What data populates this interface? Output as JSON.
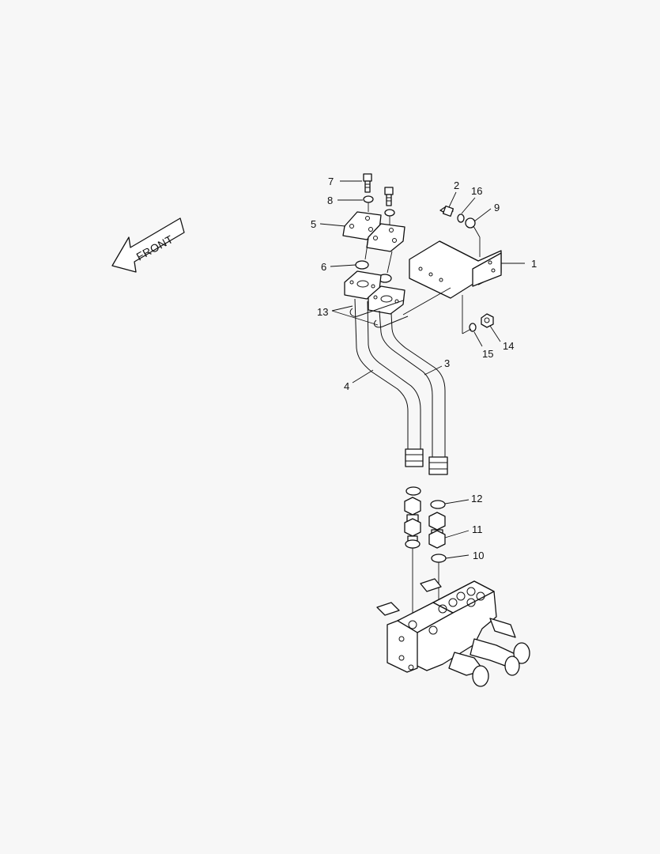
{
  "diagram": {
    "direction_label": "FRONT",
    "callouts": [
      {
        "id": "c1",
        "text": "1"
      },
      {
        "id": "c2",
        "text": "2"
      },
      {
        "id": "c3",
        "text": "3"
      },
      {
        "id": "c4",
        "text": "4"
      },
      {
        "id": "c5",
        "text": "5"
      },
      {
        "id": "c6",
        "text": "6"
      },
      {
        "id": "c7",
        "text": "7"
      },
      {
        "id": "c8",
        "text": "8"
      },
      {
        "id": "c9",
        "text": "9"
      },
      {
        "id": "c10",
        "text": "10"
      },
      {
        "id": "c11",
        "text": "11"
      },
      {
        "id": "c12",
        "text": "12"
      },
      {
        "id": "c13",
        "text": "13"
      },
      {
        "id": "c14",
        "text": "14"
      },
      {
        "id": "c15",
        "text": "15"
      },
      {
        "id": "c16",
        "text": "16"
      }
    ]
  }
}
